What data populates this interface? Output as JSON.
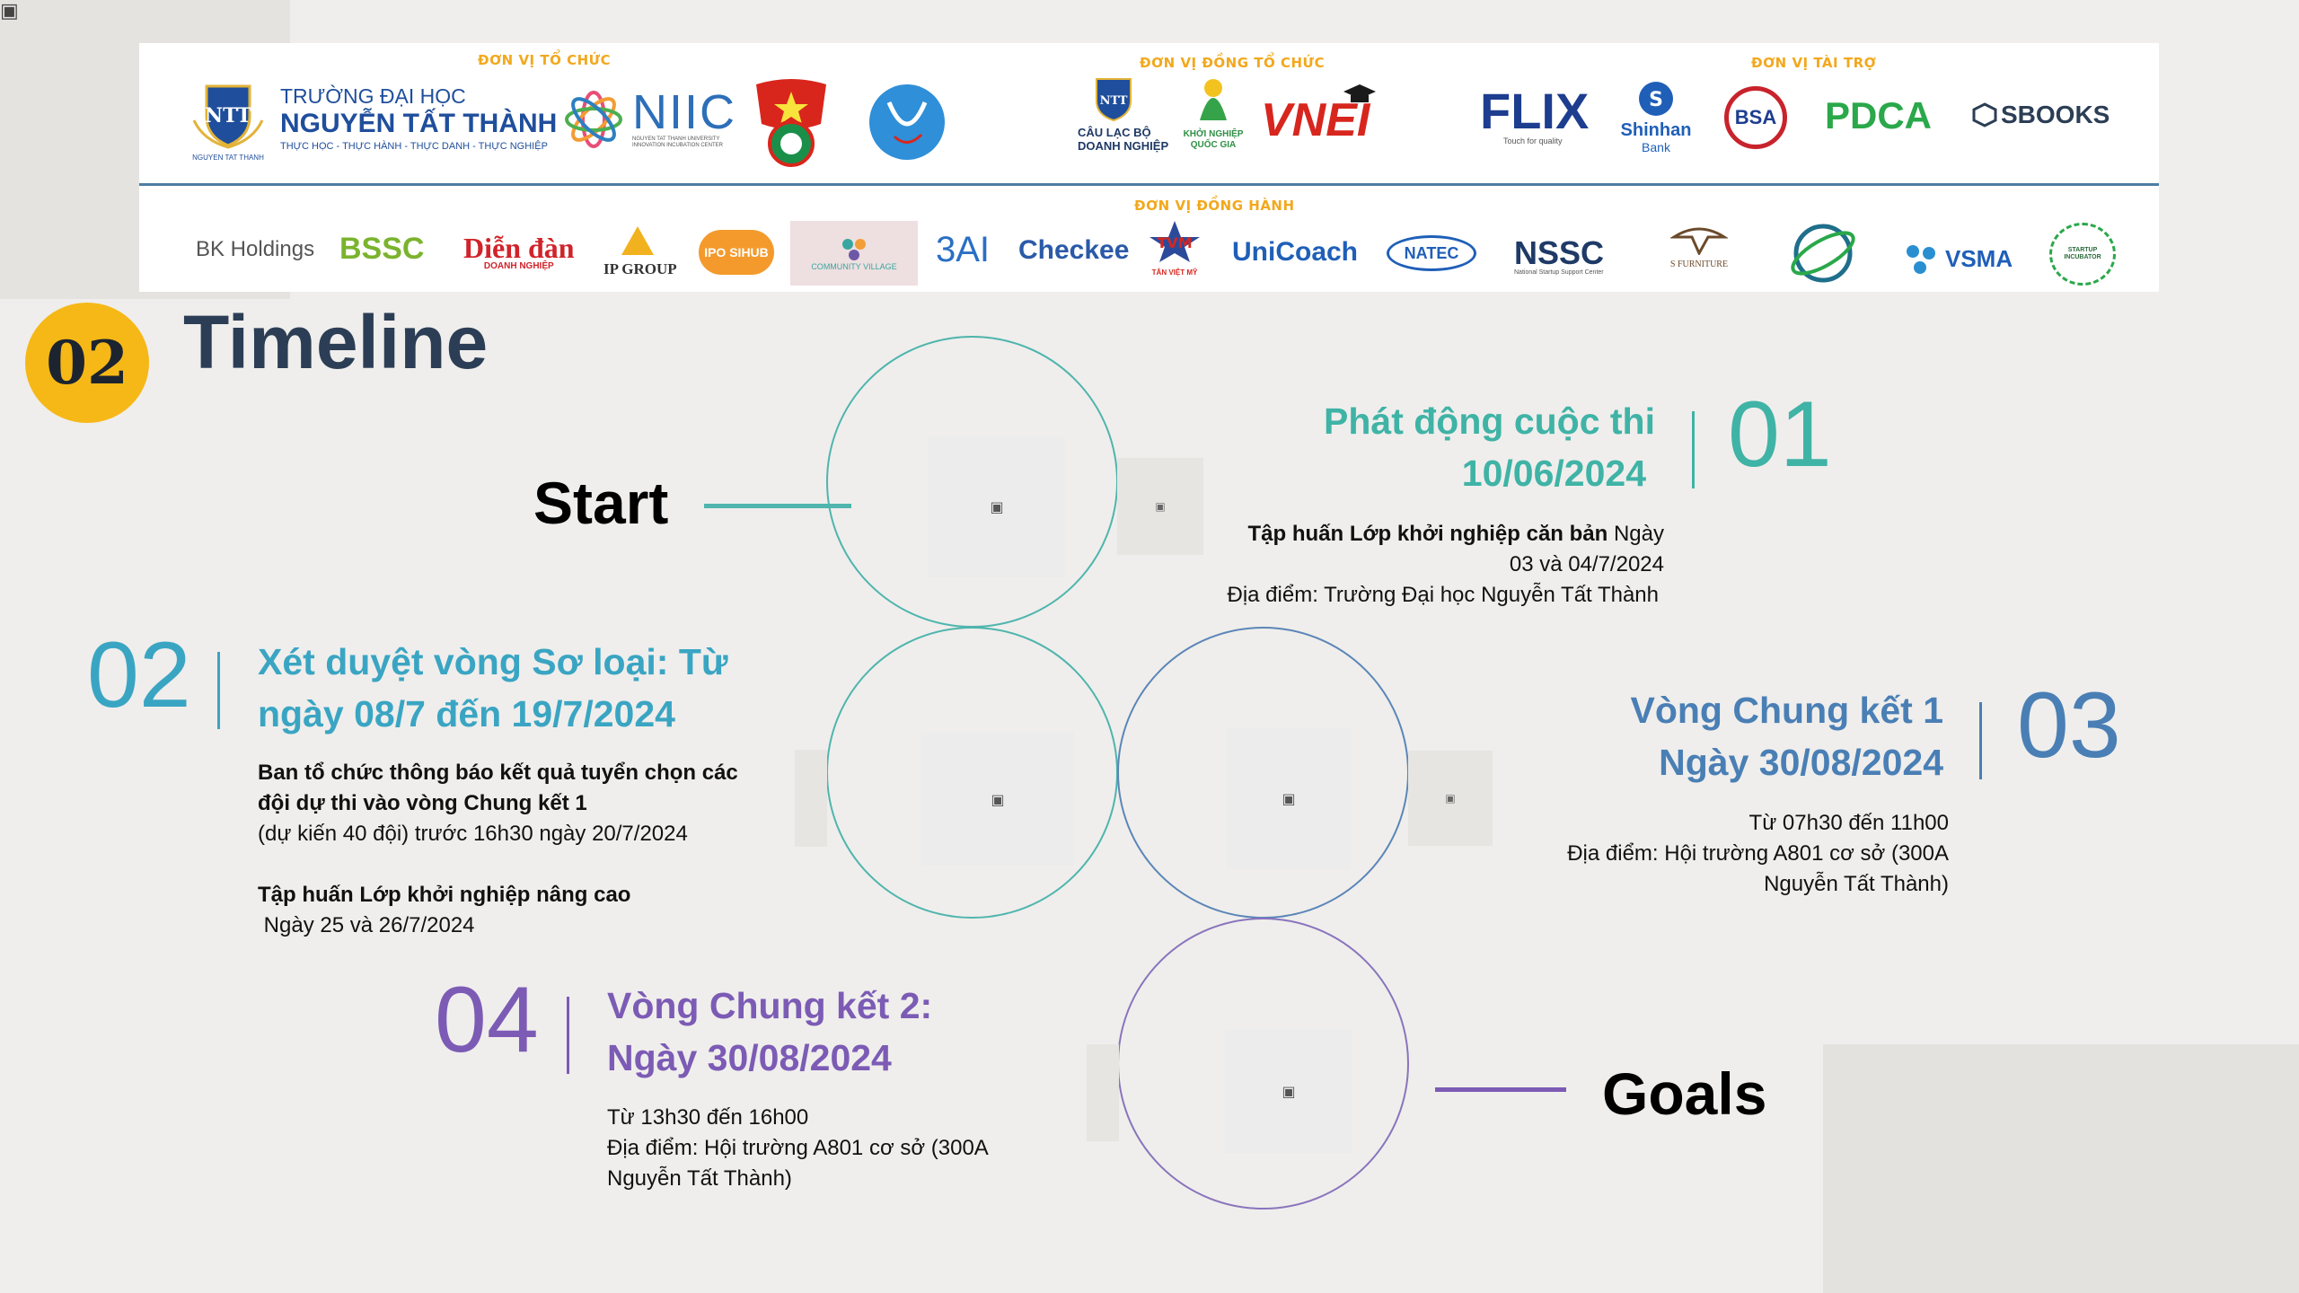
{
  "banner": {
    "cat_organizer": "ĐƠN VỊ TỔ CHỨC",
    "cat_coorganizer": "ĐƠN VỊ ĐỒNG TỔ CHỨC",
    "cat_sponsor": "ĐƠN VỊ TÀI TRỢ",
    "cat_companion": "ĐƠN VỊ ĐỒNG HÀNH",
    "organizers": {
      "ntt_line1": "TRƯỜNG ĐẠI HỌC",
      "ntt_line2": "NGUYỄN TẤT THÀNH",
      "ntt_line3": "THỰC HỌC - THỰC HÀNH - THỰC DANH - THỰC NGHIỆP",
      "ntt_badge": "NGUYEN TAT THANH",
      "niic": "NIIC",
      "niic_sub": "NGUYEN TAT THANH UNIVERSITY INNOVATION INCUBATION CENTER"
    },
    "coorganizers": {
      "clb_line1": "CÂU LẠC BỘ",
      "clb_line2": "DOANH NGHIỆP",
      "knqg_line1": "KHỞI NGHIỆP",
      "knqg_line2": "QUỐC GIA",
      "vnei": "VNEI"
    },
    "sponsors": {
      "flix": "FLIX",
      "flix_sub": "Touch for quality",
      "shinhan_line1": "Shinhan",
      "shinhan_line2": "Bank",
      "bsa": "BSA",
      "pdca": "PDCA",
      "sbooks": "SBOOKS"
    },
    "companions": {
      "bk": "BK Holdings",
      "bssc": "BSSC",
      "diendan_line1": "Diễn đàn",
      "diendan_line2": "DOANH NGHIỆP",
      "ip": "IP GROUP",
      "iposihub": "IPO SIHUB",
      "community": "COMMUNITY VILLAGE",
      "threeai": "3AI",
      "checkee": "Checkee",
      "tvm": "TVM",
      "tvm_sub": "TÂN VIỆT MỸ",
      "unicoach": "UniCoach",
      "natec": "NATEC",
      "nssc": "NSSC",
      "nssc_sub": "National Startup Support Center",
      "sfurniture": "S FURNITURE",
      "vsma": "VSMA",
      "startup_incubator": "STARTUP INCUBATOR"
    }
  },
  "section": {
    "number": "02",
    "title": "Timeline"
  },
  "start_label": "Start",
  "goals_label": "Goals",
  "steps": [
    {
      "num": "01",
      "title_line1": "Phát động cuộc thi",
      "title_line2": "10/06/2024",
      "desc_bold": "Tập huấn Lớp khởi nghiệp căn bản",
      "desc_rest": " Ngày",
      "desc_line2": "03 và 04/7/2024",
      "desc_line3": "Địa điểm: Trường Đại học Nguyễn Tất Thành",
      "color": "#3fb3a6"
    },
    {
      "num": "02",
      "title_line1": "Xét duyệt vòng Sơ loại: Từ",
      "title_line2": "ngày 08/7 đến  19/7/2024",
      "desc_line1": "Ban tổ chức thông báo kết quả tuyển chọn các",
      "desc_line2": "đội dự thi vào vòng Chung kết 1",
      "desc_line3": "(dự kiến 40 đội)  trước 16h30 ngày 20/7/2024",
      "desc_line4": "Tập huấn Lớp khởi nghiệp nâng cao",
      "desc_line5": " Ngày 25 và 26/7/2024",
      "color": "#3aa5c3"
    },
    {
      "num": "03",
      "title_line1": "Vòng Chung kết 1",
      "title_line2": "Ngày 30/08/2024",
      "desc_line1": "Từ 07h30 đến 11h00",
      "desc_line2": "Địa điểm: Hội trường A801 cơ sở (300A",
      "desc_line3": "Nguyễn Tất Thành)",
      "color": "#4a7fb5"
    },
    {
      "num": "04",
      "title_line1": "Vòng Chung kết 2:",
      "title_line2": "Ngày 30/08/2024",
      "desc_line1": "Từ 13h30 đến 16h00",
      "desc_line2": "Địa điểm: Hội trường A801 cơ sở (300A",
      "desc_line3": "Nguyễn Tất Thành)",
      "color": "#7c5bb5"
    }
  ],
  "colors": {
    "badge": "#f6b816",
    "title": "#2c3e55",
    "circle_teal": "#4fb5ad",
    "circle_purple": "#8a74bd"
  },
  "icons": {
    "image_placeholder": "broken-image-icon"
  }
}
